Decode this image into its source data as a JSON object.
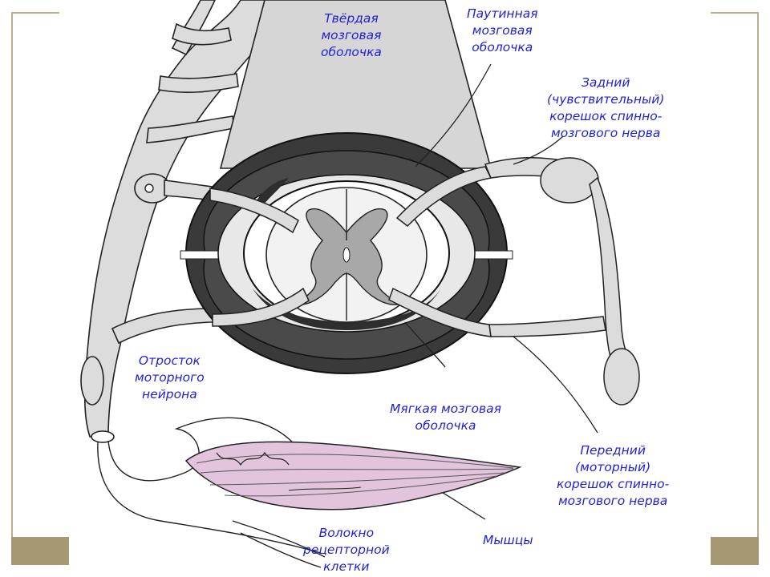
{
  "labels": {
    "dura_mater": [
      "Твёрдая",
      "мозговая",
      "оболочка"
    ],
    "arachnoid": [
      "Паутинная",
      "мозговая",
      "оболочка"
    ],
    "dorsal_root": [
      "Задний",
      "(чувствительный)",
      "корешок спинно-",
      "мозгового нерва"
    ],
    "motor_neuron_process": [
      "Отросток",
      "моторного",
      "нейрона"
    ],
    "pia_mater": [
      "Мягкая мозговая",
      "оболочка"
    ],
    "ventral_root": [
      "Передний",
      "(моторный)",
      "корешок спинно-",
      "мозгового нерва"
    ],
    "muscles": [
      "Мышцы"
    ],
    "receptor_fiber": [
      "Волокно",
      "рецепторной",
      "клетки"
    ]
  },
  "colors": {
    "label_text": "#1f1fd6",
    "frame_bar": "#a69873",
    "frame_line": "#b8ad93",
    "dura_fill": "#d6d6d6",
    "dark_ring": "#3a3a3a",
    "muscle_fill": "#e2c4dc",
    "nerve_fill": "#dcdcdc",
    "grey_matter": "#a8a8a8"
  }
}
